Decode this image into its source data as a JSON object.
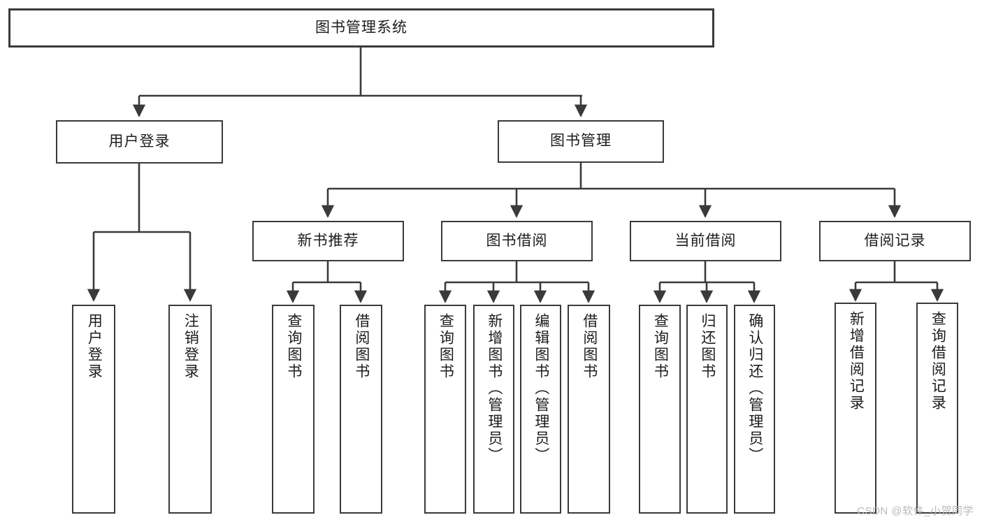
{
  "diagram": {
    "title": "图书管理系统",
    "type": "tree",
    "watermark": "CSDN @软件_小贺同学",
    "colors": {
      "stroke": "#3a3a3a",
      "fill": "#ffffff",
      "text": "#1c1c1c",
      "watermark": "#b9b9b9"
    },
    "nodes": {
      "root": {
        "label": "图书管理系统",
        "level": 1,
        "orientation": "horizontal"
      },
      "user_login": {
        "label": "用户登录",
        "level": 2,
        "orientation": "horizontal"
      },
      "book_mgmt": {
        "label": "图书管理",
        "level": 2,
        "orientation": "horizontal"
      },
      "new_book": {
        "label": "新书推荐",
        "level": 3,
        "orientation": "horizontal"
      },
      "borrow": {
        "label": "图书借阅",
        "level": 3,
        "orientation": "horizontal"
      },
      "current": {
        "label": "当前借阅",
        "level": 3,
        "orientation": "horizontal"
      },
      "records": {
        "label": "借阅记录",
        "level": 3,
        "orientation": "horizontal"
      },
      "leaf_1": {
        "label": "用户登录",
        "level": 4,
        "orientation": "vertical"
      },
      "leaf_2": {
        "label": "注销登录",
        "level": 4,
        "orientation": "vertical"
      },
      "leaf_3": {
        "label": "查询图书",
        "level": 4,
        "orientation": "vertical"
      },
      "leaf_4": {
        "label": "借阅图书",
        "level": 4,
        "orientation": "vertical"
      },
      "leaf_5": {
        "label": "查询图书",
        "level": 4,
        "orientation": "vertical"
      },
      "leaf_6": {
        "label": "新增图书（管理员）",
        "level": 4,
        "orientation": "vertical"
      },
      "leaf_7": {
        "label": "编辑图书（管理员）",
        "level": 4,
        "orientation": "vertical"
      },
      "leaf_8": {
        "label": "借阅图书",
        "level": 4,
        "orientation": "vertical"
      },
      "leaf_9": {
        "label": "查询图书",
        "level": 4,
        "orientation": "vertical"
      },
      "leaf_10": {
        "label": "归还图书",
        "level": 4,
        "orientation": "vertical"
      },
      "leaf_11": {
        "label": "确认归还（管理员）",
        "level": 4,
        "orientation": "vertical"
      },
      "leaf_12": {
        "label": "新增借阅记录",
        "level": 4,
        "orientation": "vertical"
      },
      "leaf_13": {
        "label": "查询借阅记录",
        "level": 4,
        "orientation": "vertical"
      }
    },
    "edges": [
      {
        "from": "root",
        "to": "user_login"
      },
      {
        "from": "root",
        "to": "book_mgmt"
      },
      {
        "from": "book_mgmt",
        "to": "new_book"
      },
      {
        "from": "book_mgmt",
        "to": "borrow"
      },
      {
        "from": "book_mgmt",
        "to": "current"
      },
      {
        "from": "book_mgmt",
        "to": "records"
      },
      {
        "from": "user_login",
        "to": "leaf_1"
      },
      {
        "from": "user_login",
        "to": "leaf_2"
      },
      {
        "from": "new_book",
        "to": "leaf_3"
      },
      {
        "from": "new_book",
        "to": "leaf_4"
      },
      {
        "from": "borrow",
        "to": "leaf_5"
      },
      {
        "from": "borrow",
        "to": "leaf_6"
      },
      {
        "from": "borrow",
        "to": "leaf_7"
      },
      {
        "from": "borrow",
        "to": "leaf_8"
      },
      {
        "from": "current",
        "to": "leaf_9"
      },
      {
        "from": "current",
        "to": "leaf_10"
      },
      {
        "from": "current",
        "to": "leaf_11"
      },
      {
        "from": "records",
        "to": "leaf_12"
      },
      {
        "from": "records",
        "to": "leaf_13"
      }
    ]
  }
}
